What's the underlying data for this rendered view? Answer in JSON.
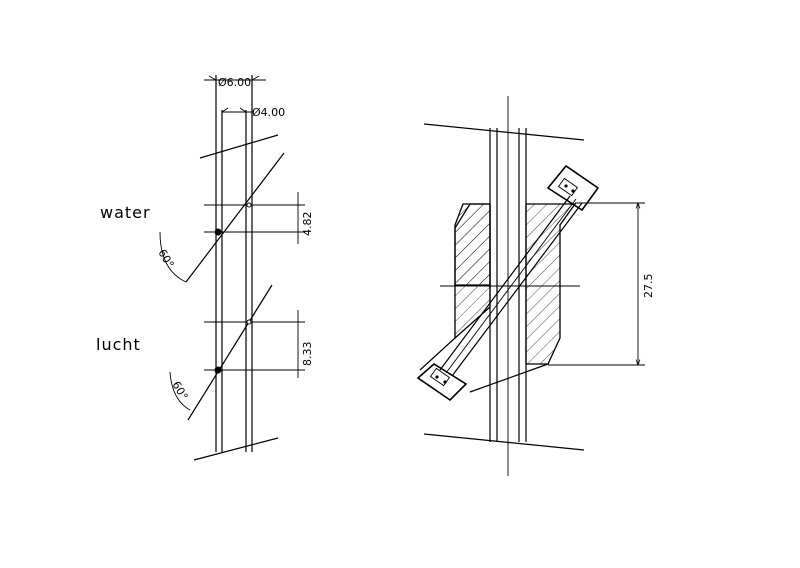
{
  "left_view": {
    "outer_diameter_label": "Ø6.00",
    "inner_diameter_label": "Ø4.00",
    "water_label": "water",
    "water_offset_label": "4.82",
    "water_angle_label": "60°",
    "air_label": "lucht",
    "air_offset_label": "8.33",
    "air_angle_label": "60°"
  },
  "right_view": {
    "height_label": "27.5"
  }
}
